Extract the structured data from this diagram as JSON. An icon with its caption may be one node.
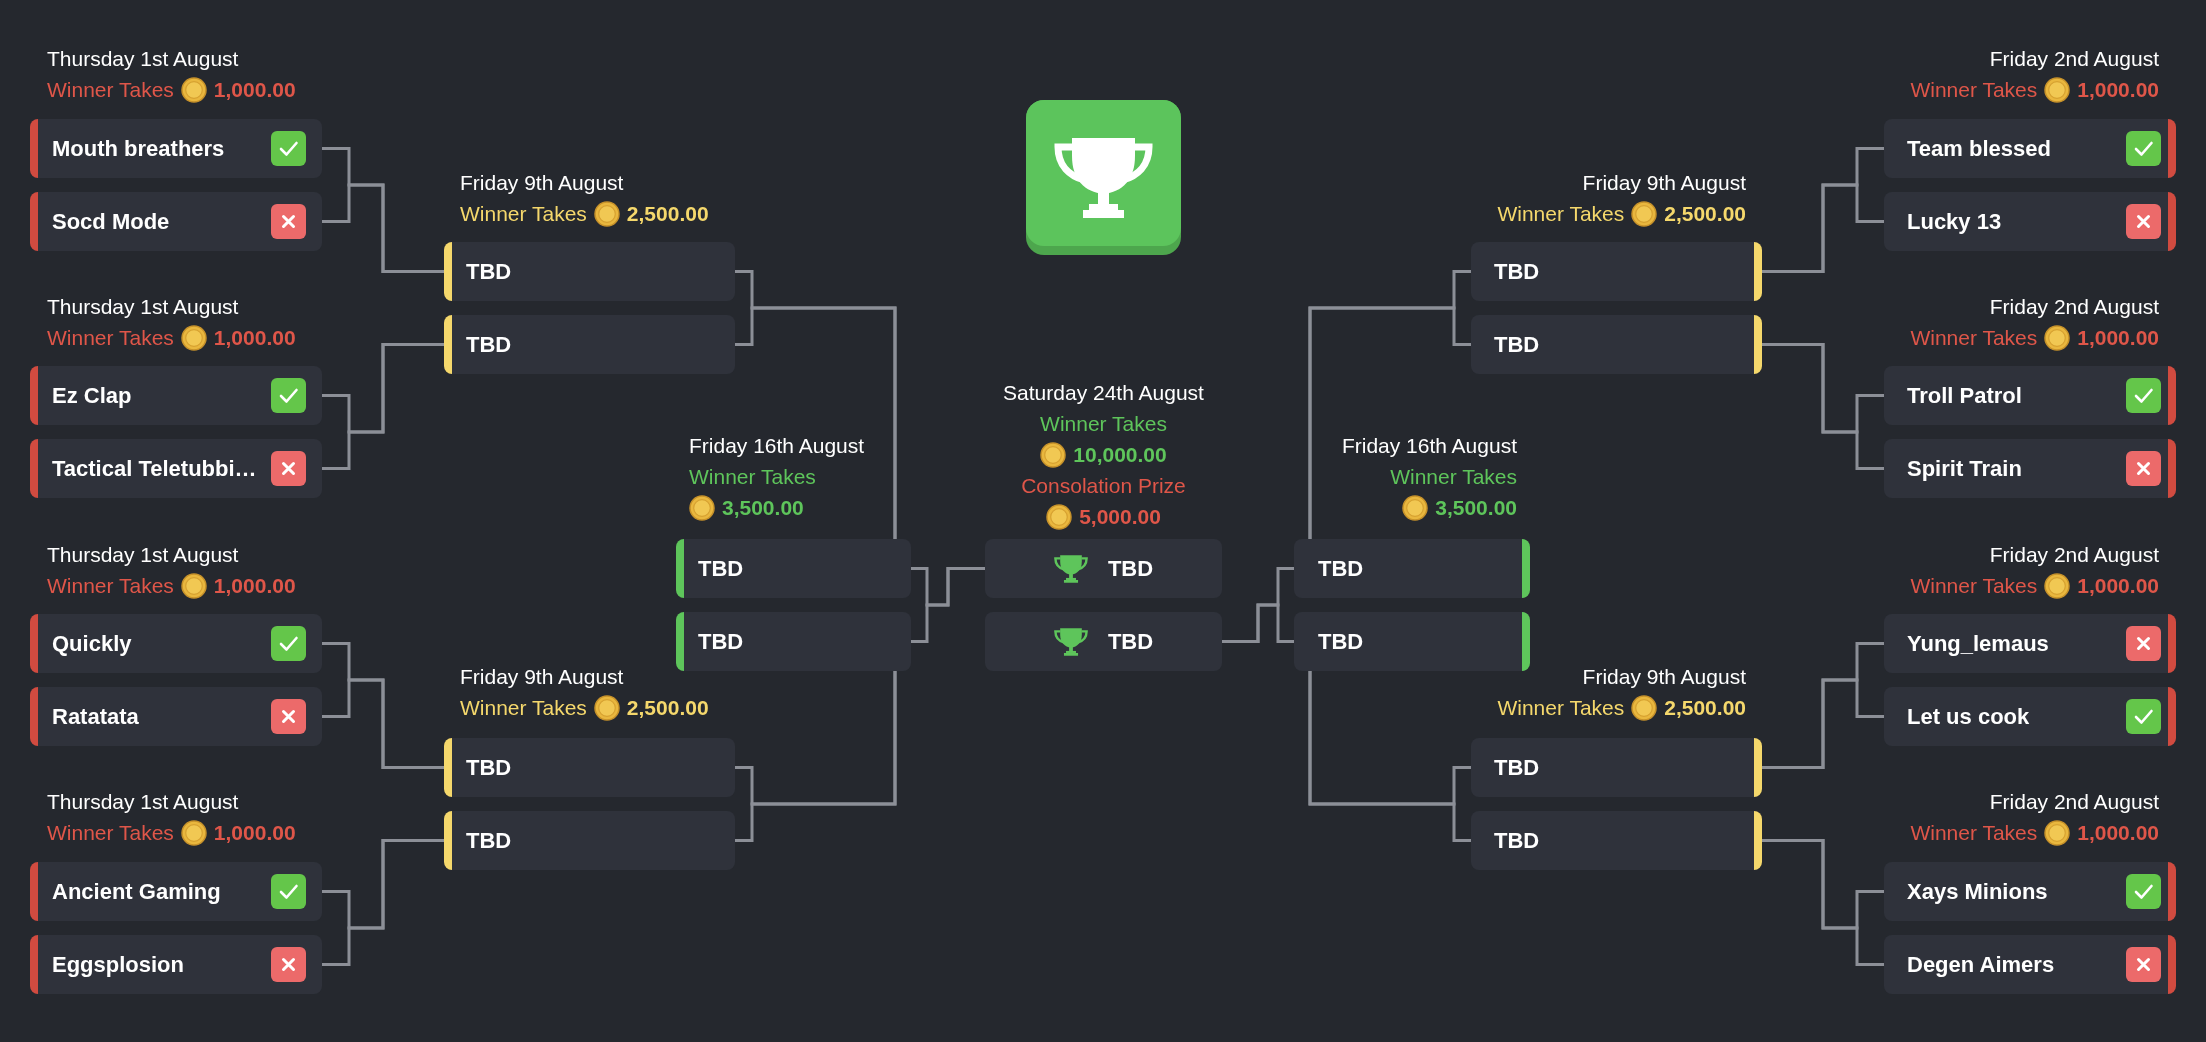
{
  "diagram": {
    "nodes": [
      {
        "text": [
          "Mouth breathers"
        ],
        "beside": [
          "Thursday 1st August",
          "Winner Takes",
          "1,000.00"
        ]
      },
      {
        "text": [
          "Socd Mode"
        ]
      },
      {
        "text": [
          "Ez Clap"
        ],
        "beside": [
          "Thursday 1st August",
          "Winner Takes",
          "1,000.00"
        ]
      },
      {
        "text": [
          "Tactical Teletubbi…"
        ]
      },
      {
        "text": [
          "Quickly"
        ],
        "beside": [
          "Thursday 1st August",
          "Winner Takes",
          "1,000.00"
        ]
      },
      {
        "text": [
          "Ratatata"
        ]
      },
      {
        "text": [
          "Ancient Gaming"
        ],
        "beside": [
          "Thursday 1st August",
          "Winner Takes",
          "1,000.00"
        ]
      },
      {
        "text": [
          "Eggsplosion"
        ]
      },
      {
        "text": [
          "TBD"
        ],
        "beside": [
          "Friday 9th August",
          "Winner Takes",
          "2,500.00"
        ]
      },
      {
        "text": [
          "TBD"
        ]
      },
      {
        "text": [
          "TBD"
        ],
        "beside": [
          "Friday 9th August",
          "Winner Takes",
          "2,500.00"
        ]
      },
      {
        "text": [
          "TBD"
        ]
      },
      {
        "text": [
          "TBD"
        ],
        "beside": [
          "Friday 16th August",
          "Winner Takes",
          "3,500.00"
        ]
      },
      {
        "text": [
          "TBD"
        ]
      },
      {
        "text": [
          "TBD"
        ],
        "beside": [
          "Saturday 24th August",
          "Winner Takes",
          "10,000.00",
          "Consolation Prize",
          "5,000.00"
        ]
      },
      {
        "text": [
          "TBD"
        ]
      },
      {
        "text": [
          "TBD"
        ],
        "beside": [
          "Friday 16th August",
          "Winner Takes",
          "3,500.00"
        ]
      },
      {
        "text": [
          "TBD"
        ]
      },
      {
        "text": [
          "TBD"
        ],
        "beside": [
          "Friday 9th August",
          "Winner Takes",
          "2,500.00"
        ]
      },
      {
        "text": [
          "TBD"
        ]
      },
      {
        "text": [
          "TBD"
        ],
        "beside": [
          "Friday 9th August",
          "Winner Takes",
          "2,500.00"
        ]
      },
      {
        "text": [
          "TBD"
        ]
      },
      {
        "text": [
          "Team blessed"
        ],
        "beside": [
          "Friday 2nd August",
          "Winner Takes",
          "1,000.00"
        ]
      },
      {
        "text": [
          "Lucky 13"
        ]
      },
      {
        "text": [
          "Troll Patrol"
        ],
        "beside": [
          "Friday 2nd August",
          "Winner Takes",
          "1,000.00"
        ]
      },
      {
        "text": [
          "Spirit Train"
        ]
      },
      {
        "text": [
          "Yung_lemaus"
        ],
        "beside": [
          "Friday 2nd August",
          "Winner Takes",
          "1,000.00"
        ]
      },
      {
        "text": [
          "Let us cook"
        ]
      },
      {
        "text": [
          "Xays Minions"
        ],
        "beside": [
          "Friday 2nd August",
          "Winner Takes",
          "1,000.00"
        ]
      },
      {
        "text": [
          "Degen Aimers"
        ]
      }
    ],
    "edges": [
      {
        "from": 0,
        "to": 8,
        "arrow": "none"
      },
      {
        "from": 1,
        "to": 8,
        "arrow": "none"
      },
      {
        "from": 2,
        "to": 9,
        "arrow": "none"
      },
      {
        "from": 3,
        "to": 9,
        "arrow": "none"
      },
      {
        "from": 4,
        "to": 10,
        "arrow": "none"
      },
      {
        "from": 5,
        "to": 10,
        "arrow": "none"
      },
      {
        "from": 6,
        "to": 11,
        "arrow": "none"
      },
      {
        "from": 7,
        "to": 11,
        "arrow": "none"
      },
      {
        "from": 8,
        "to": 12,
        "arrow": "none"
      },
      {
        "from": 9,
        "to": 12,
        "arrow": "none"
      },
      {
        "from": 10,
        "to": 13,
        "arrow": "none"
      },
      {
        "from": 11,
        "to": 13,
        "arrow": "none"
      },
      {
        "from": 12,
        "to": 14,
        "arrow": "none"
      },
      {
        "from": 13,
        "to": 14,
        "arrow": "none"
      },
      {
        "from": 16,
        "to": 15,
        "arrow": "none"
      },
      {
        "from": 17,
        "to": 15,
        "arrow": "none"
      },
      {
        "from": 18,
        "to": 16,
        "arrow": "none"
      },
      {
        "from": 19,
        "to": 16,
        "arrow": "none"
      },
      {
        "from": 20,
        "to": 17,
        "arrow": "none"
      },
      {
        "from": 21,
        "to": 17,
        "arrow": "none"
      },
      {
        "from": 22,
        "to": 18,
        "arrow": "none"
      },
      {
        "from": 23,
        "to": 18,
        "arrow": "none"
      },
      {
        "from": 24,
        "to": 19,
        "arrow": "none"
      },
      {
        "from": 25,
        "to": 19,
        "arrow": "none"
      },
      {
        "from": 26,
        "to": 20,
        "arrow": "none"
      },
      {
        "from": 27,
        "to": 20,
        "arrow": "none"
      },
      {
        "from": 28,
        "to": 21,
        "arrow": "none"
      },
      {
        "from": 29,
        "to": 21,
        "arrow": "none"
      }
    ]
  }
}
